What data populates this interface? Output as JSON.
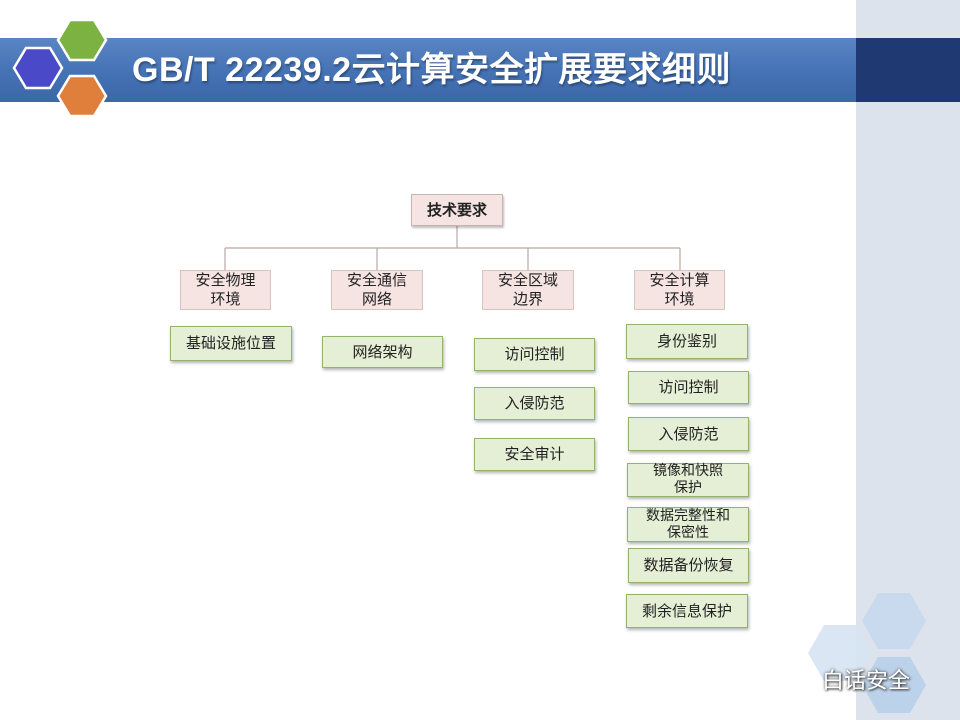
{
  "slide": {
    "title": "GB/T 22239.2云计算安全扩展要求细则"
  },
  "diagram": {
    "root": "技术要求",
    "categories": [
      {
        "label": "安全物理\n环境",
        "items": [
          "基础设施位置"
        ]
      },
      {
        "label": "安全通信\n网络",
        "items": [
          "网络架构"
        ]
      },
      {
        "label": "安全区域\n边界",
        "items": [
          "访问控制",
          "入侵防范",
          "安全审计"
        ]
      },
      {
        "label": "安全计算\n环境",
        "items": [
          "身份鉴别",
          "访问控制",
          "入侵防范",
          "镜像和快照\n保护",
          "数据完整性和\n保密性",
          "数据备份恢复",
          "剩余信息保护"
        ]
      }
    ]
  },
  "watermark": {
    "text": "白话安全",
    "icon": "wechat-icon"
  },
  "colors": {
    "title_bar": "#4472b5",
    "title_bar_dark": "#1f3a72",
    "category_fill": "#f5e4e2",
    "leaf_fill": "#e4efd5",
    "leaf_border": "#8eb56a",
    "hex_green": "#7bb241",
    "hex_blue": "#4a4ac8",
    "hex_orange": "#e07f3c",
    "hex_light_blue": "#b9d0ea"
  }
}
